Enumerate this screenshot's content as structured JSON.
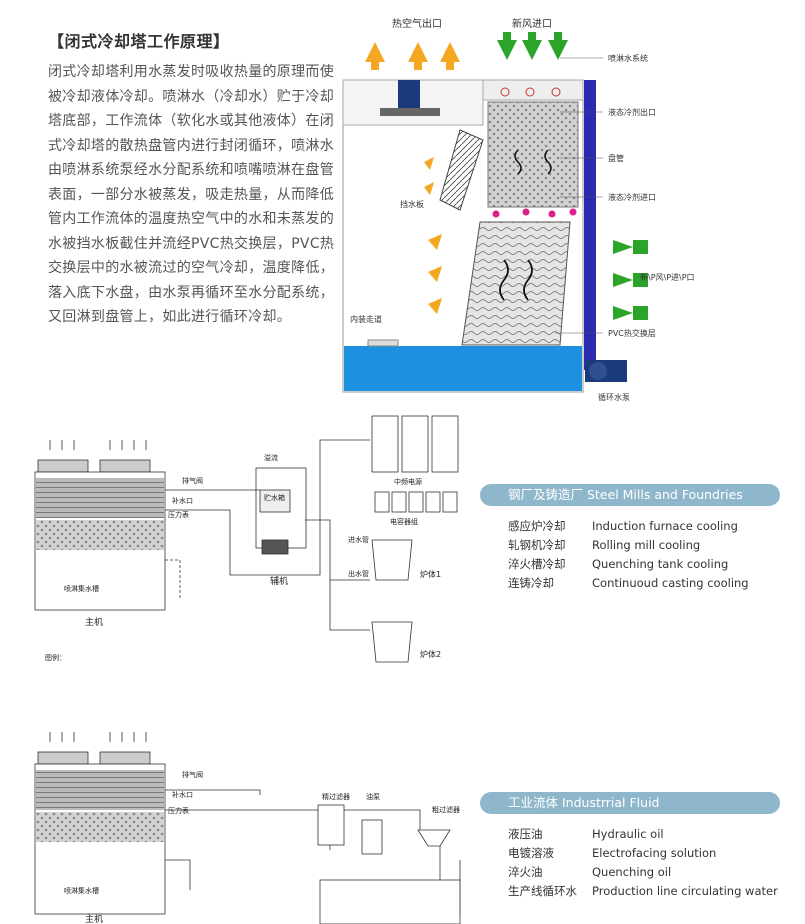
{
  "intro": {
    "title": "【闭式冷却塔工作原理】",
    "body": "闭式冷却塔利用水蒸发时吸收热量的原理而使被冷却液体冷却。喷淋水（冷却水）贮于冷却塔底部，工作流体（软化水或其他液体）在闭式冷却塔的散热盘管内进行封闭循环，喷淋水由喷淋系统泵经水分配系统和喷嘴喷淋在盘管表面，一部分水被蒸发，吸走热量，从而降低管内工作流体的温度热空气中的水和未蒸发的水被挡水板截住并流经PVC热交换层，PVC热交换层中的水被流过的空气冷却，温度降低，落入底下水盘，由水泵再循环至水分配系统，又回淋到盘管上，如此进行循环冷却。"
  },
  "diagram1": {
    "hot_air_outlet": "热空气出口",
    "fresh_air_inlet": "新风进口",
    "spray_system": "喷淋水系统",
    "liquid_outlet": "液态冷剂出口",
    "coil": "盘管",
    "liquid_inlet": "液态冷剂进口",
    "baffle": "挡水板",
    "side_inlet": "新\\P风\\P进\\P口",
    "overflow": "内装走道",
    "pvc_layer": "PVC热交换层",
    "pump": "循环水泵"
  },
  "diagram2": {
    "main_unit": "主机",
    "aux_unit": "辅机",
    "spray_tank": "喷淋集水槽",
    "exhaust_valve": "排气阀",
    "fill_port": "补水口",
    "pressure_gauge": "压力表",
    "relief": "溢流",
    "tank": "贮水箱",
    "power": "中频电源",
    "capacitor": "电容器组",
    "furnace1": "炉体1",
    "furnace2": "炉体2",
    "inlet_water": "进水管",
    "outlet_water": "出水管",
    "legend_label": "图例："
  },
  "panel1": {
    "title": "钢厂及铸造厂   Steel Mills and Foundries",
    "rows": [
      {
        "zh": "感应炉冷却",
        "en": "Induction furnace cooling"
      },
      {
        "zh": "轧钢机冷却",
        "en": "Rolling mill cooling"
      },
      {
        "zh": "淬火槽冷却",
        "en": "Quenching tank cooling"
      },
      {
        "zh": "连铸冷却",
        "en": "Continuoud casting cooling"
      }
    ]
  },
  "diagram3": {
    "spray_tank": "喷淋集水槽",
    "main_unit": "主机",
    "exhaust_valve": "排气阀",
    "fill_port": "补水口",
    "pressure_gauge": "压力表",
    "fine_filter": "精过滤器",
    "pump": "油泵",
    "coarse_filter": "粗过滤器"
  },
  "panel2": {
    "title": "工业流体     Industrrial Fluid",
    "rows": [
      {
        "zh": "液压油",
        "en": "Hydraulic oil"
      },
      {
        "zh": "电镀溶液",
        "en": "Electrofacing solution"
      },
      {
        "zh": "淬火油",
        "en": "Quenching oil"
      },
      {
        "zh": "生产线循环水",
        "en": "Production line circulating water"
      }
    ]
  },
  "colors": {
    "hot_arrow": "#f5a623",
    "fresh_arrow": "#2aa52a",
    "water": "#1e90e0",
    "coil_fill": "#cfcfcf",
    "pipe": "#2b2bb0",
    "panel_head": "#8fb7cc"
  }
}
